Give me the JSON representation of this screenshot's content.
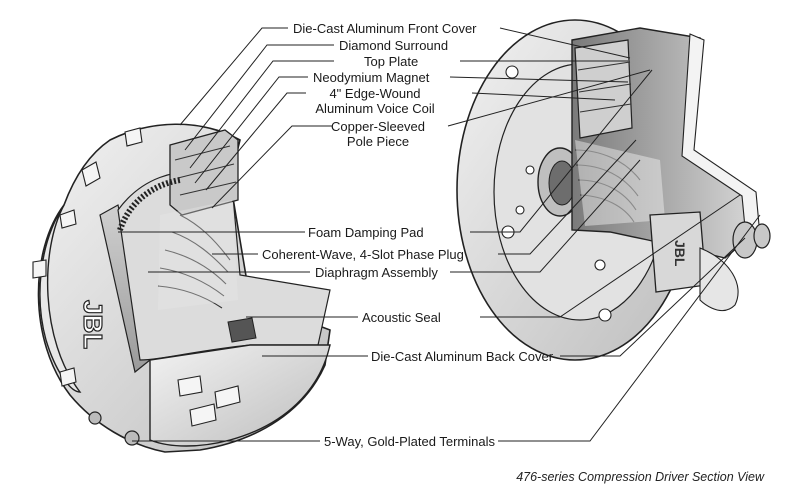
{
  "labels": {
    "front_cover": "Die-Cast Aluminum Front Cover",
    "diamond_surround": "Diamond Surround",
    "top_plate": "Top Plate",
    "neodymium_magnet": "Neodymium Magnet",
    "voice_coil_line1": "4\" Edge-Wound",
    "voice_coil_line2": "Aluminum Voice Coil",
    "pole_piece_line1": "Copper-Sleeved",
    "pole_piece_line2": "Pole Piece",
    "foam_pad": "Foam Damping Pad",
    "phase_plug": "Coherent-Wave, 4-Slot Phase Plug",
    "diaphragm": "Diaphragm Assembly",
    "acoustic_seal": "Acoustic Seal",
    "back_cover": "Die-Cast Aluminum Back Cover",
    "terminals": "5-Way, Gold-Plated Terminals"
  },
  "caption": "476-series Compression Driver Section View",
  "logo_text": "JBL"
}
